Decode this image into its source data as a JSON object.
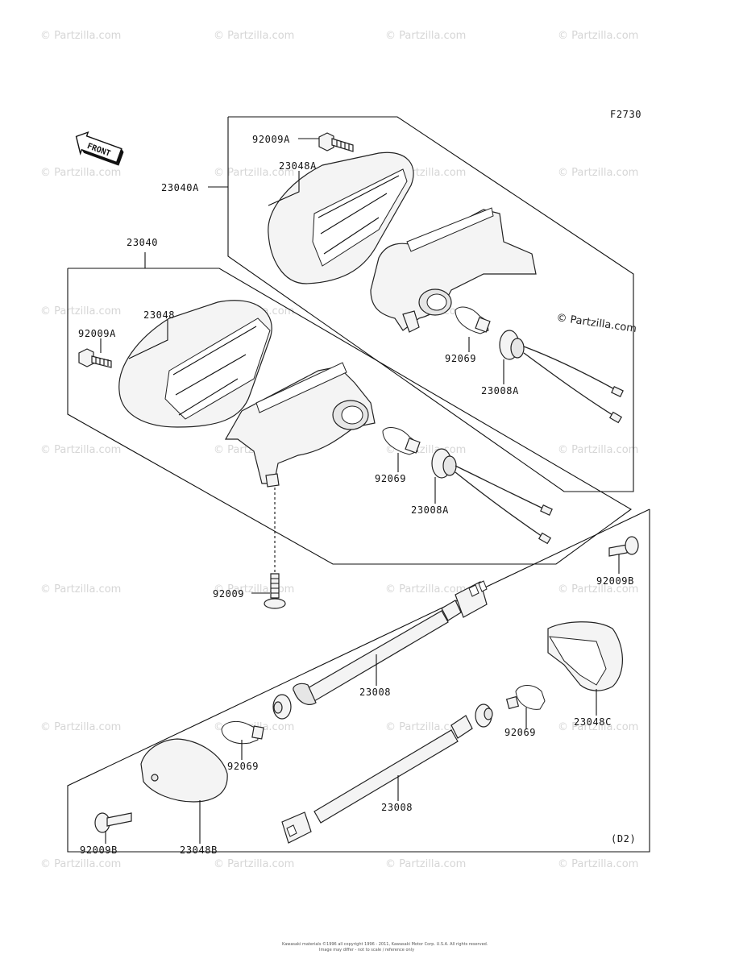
{
  "figure_code": "F2730",
  "section_code": "(D2)",
  "front_label": "FRONT",
  "watermark_text": "© Partzilla.com",
  "brand_mark": "© Partzilla.com",
  "footer_line1": "Kawasaki materials ©1996 all copyright 1996 - 2011, Kawasaki Motor Corp. U.S.A. All rights reserved.",
  "footer_line2": "Image may differ - not to scale / reference only",
  "labels": {
    "p92009A_top": "92009A",
    "p23048A": "23048A",
    "p23040A": "23040A",
    "p23040": "23040",
    "p23048": "23048",
    "p92009A_left": "92009A",
    "p92069_a": "92069",
    "p23008A_a": "23008A",
    "p92069_b": "92069",
    "p23008A_b": "23008A",
    "p92009": "92009",
    "p92009B_right": "92009B",
    "p23008_a": "23008",
    "p23048C": "23048C",
    "p92069_c": "92069",
    "p92069_d": "92069",
    "p23008_b": "23008",
    "p92009B_left": "92009B",
    "p23048B": "23048B"
  },
  "colors": {
    "line": "#111111",
    "watermark": "#d6d6d6",
    "fill": "#f4f4f4"
  }
}
